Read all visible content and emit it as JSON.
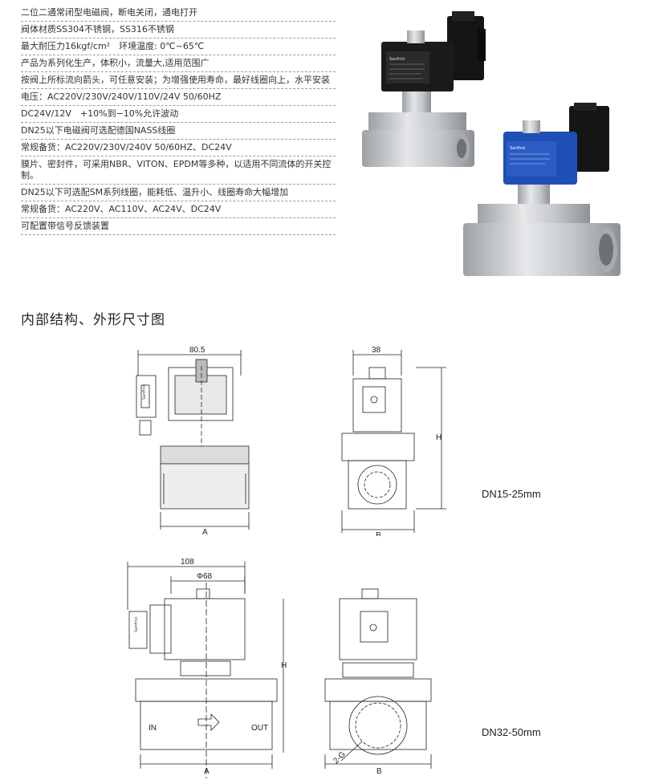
{
  "specs": [
    "二位二通常闭型电磁阀，断电关闭，通电打开",
    "阀体材质SS304不锈钢，SS316不锈钢",
    "最大耐压力16kgf/cm²　环境温度: 0℃~65℃",
    "产品为系列化生产，体积小，流量大,适用范围广",
    "按阀上所标流向箭头，可任意安装；为增强使用寿命，最好线圈向上，水平安装",
    "电压：AC220V/230V/240V/110V/24V 50/60HZ",
    "DC24V/12V　+10%到−10%允许波动",
    "DN25以下电磁阀可选配德国NASS线圈",
    "常规备货：AC220V/230V/240V 50/60HZ、DC24V",
    "膜片、密封件，可采用NBR、VITON、EPDM等多种，以适用不同流体的开关控制。",
    "DN25以下可选配SM系列线圈，能耗低、温升小、线圈寿命大幅增加",
    "常规备货：AC220V、AC110V、AC24V、DC24V",
    "可配置带信号反馈装置"
  ],
  "section_title": "内部结构、外形尺寸图",
  "brand": "Sanfinic",
  "drawings": {
    "top": {
      "width_label": "80.5",
      "depth_label": "38",
      "a_label": "A",
      "b_label": "B",
      "h_label": "H",
      "size_label": "DN15-25mm"
    },
    "bottom": {
      "width_label": "108",
      "phi_label": "Φ68",
      "a_label": "A",
      "b_label": "B",
      "h_label": "H",
      "in_label": "IN",
      "out_label": "OUT",
      "g_label": "2-G",
      "size_label": "DN32-50mm"
    }
  },
  "colors": {
    "coil_black": "#1b1b1b",
    "coil_blue": "#1d4fb5",
    "steel": "#c9ccd0",
    "dash": "#9a9a9a"
  }
}
